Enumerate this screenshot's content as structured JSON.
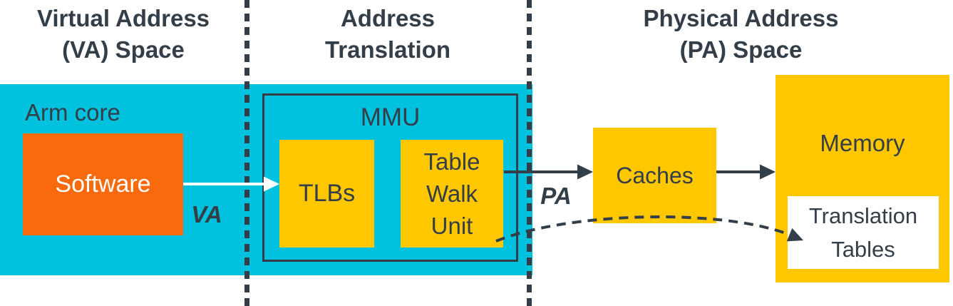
{
  "diagram": {
    "columns": [
      {
        "title_lines": [
          "Virtual Address",
          "(VA) Space"
        ]
      },
      {
        "title_lines": [
          "Address",
          "Translation"
        ]
      },
      {
        "title_lines": [
          "Physical Address",
          "(PA) Space"
        ]
      }
    ],
    "nodes": {
      "arm_core": "Arm core",
      "software": "Software",
      "mmu": "MMU",
      "tlbs": "TLBs",
      "table_walk_unit": "Table Walk Unit",
      "caches": "Caches",
      "memory": "Memory",
      "translation_tables": "Translation Tables"
    },
    "edges": [
      {
        "from": "Software",
        "to": "TLBs",
        "label": "VA",
        "style": "solid-white-arrow"
      },
      {
        "from": "Table Walk Unit",
        "to": "Caches",
        "label": "PA",
        "style": "solid-dark-arrow"
      },
      {
        "from": "Caches",
        "to": "Memory",
        "label": "",
        "style": "solid-dark-arrow"
      },
      {
        "from": "Table Walk Unit",
        "to": "Translation Tables",
        "label": "",
        "style": "dashed-dark-curved-arrow"
      }
    ],
    "colors": {
      "cyan": "#00c1de",
      "yellow": "#ffc700",
      "orange": "#f96a0f",
      "dark": "#333e48",
      "white": "#ffffff",
      "background": "#ffffff"
    }
  }
}
